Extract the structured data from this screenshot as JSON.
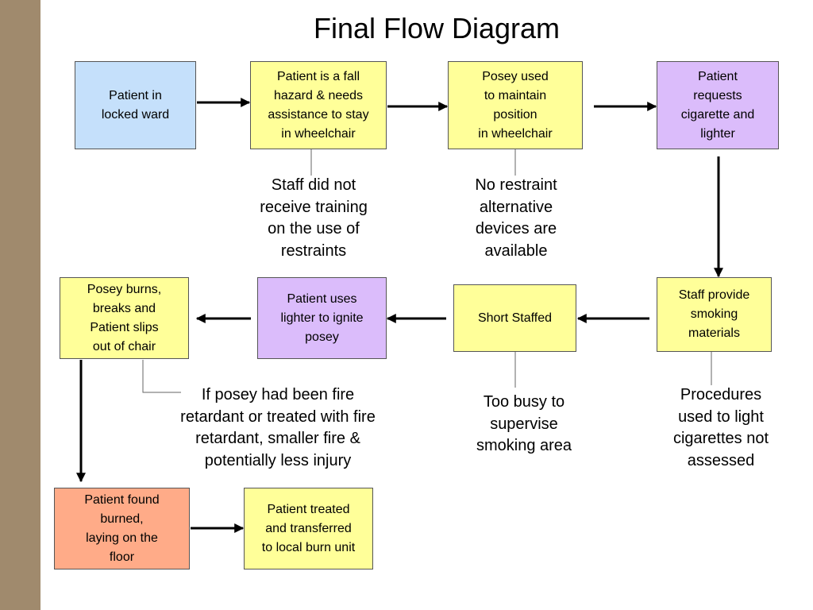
{
  "title": "Final Flow Diagram",
  "colors": {
    "blue": "#c5e0fb",
    "yellow": "#ffff99",
    "purple": "#dbbcfb",
    "salmon": "#ffab88",
    "side_strip": "#a08a6d"
  },
  "boxes": {
    "locked_ward": "Patient in\nlocked ward",
    "fall_hazard": "Patient is a fall\nhazard & needs\nassistance to stay\nin wheelchair",
    "posey_used": "Posey used\nto maintain\nposition\nin wheelchair",
    "requests_cigarette": "Patient\nrequests\ncigarette and\nlighter",
    "staff_provide": "Staff provide\nsmoking\nmaterials",
    "short_staffed": "Short Staffed",
    "uses_lighter": "Patient uses\nlighter to ignite\nposey",
    "posey_burns": "Posey burns,\nbreaks and\nPatient slips\nout of chair",
    "found_burned": "Patient found\nburned,\nlaying on the\nfloor",
    "treated": "Patient treated\nand transferred\nto local burn unit"
  },
  "notes": {
    "no_training": "Staff did not\nreceive training\non the use of\nrestraints",
    "no_alternative": "No restraint\nalternative\ndevices are\navailable",
    "fire_retardant": "If posey had been fire\nretardant or treated with fire\nretardant,  smaller fire &\npotentially less injury",
    "too_busy": "Too busy to\nsupervise\nsmoking area",
    "procedures": "Procedures\nused to light\ncigarettes not\nassessed"
  }
}
